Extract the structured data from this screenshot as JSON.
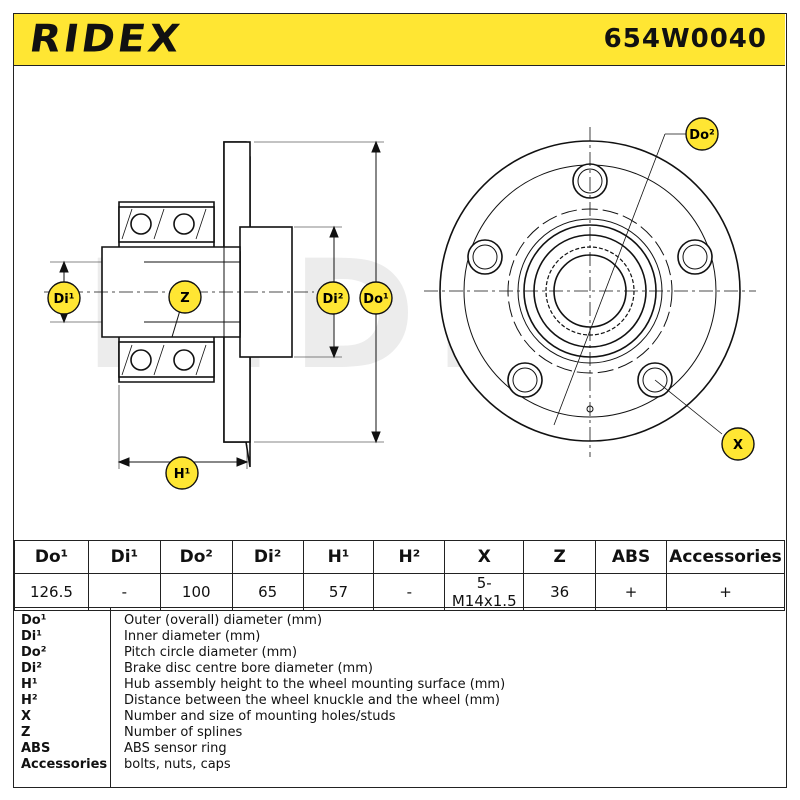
{
  "header": {
    "brand": "RIDEX",
    "part_number": "654W0040",
    "accent_color": "#ffe633"
  },
  "drawing": {
    "labels": {
      "di1": "Di¹",
      "z": "Z",
      "di2": "Di²",
      "do1": "Do¹",
      "h1": "H¹",
      "do2": "Do²",
      "x": "X"
    },
    "watermark": "RIDEX"
  },
  "spec_table": {
    "headers": [
      "Do¹",
      "Di¹",
      "Do²",
      "Di²",
      "H¹",
      "H²",
      "X",
      "Z",
      "ABS",
      "Accessories"
    ],
    "values": [
      "126.5",
      "-",
      "100",
      "65",
      "57",
      "-",
      "5-M14x1.5",
      "36",
      "+",
      "+"
    ]
  },
  "legend": [
    {
      "code": "Do¹",
      "desc": "Outer (overall) diameter (mm)"
    },
    {
      "code": "Di¹",
      "desc": "Inner diameter (mm)"
    },
    {
      "code": "Do²",
      "desc": "Pitch circle diameter (mm)"
    },
    {
      "code": "Di²",
      "desc": "Brake disc centre bore diameter (mm)"
    },
    {
      "code": "H¹",
      "desc": "Hub assembly height to the wheel mounting surface (mm)"
    },
    {
      "code": "H²",
      "desc": "Distance between the wheel knuckle and the wheel (mm)"
    },
    {
      "code": "X",
      "desc": "Number and size of mounting holes/studs"
    },
    {
      "code": "Z",
      "desc": "Number of splines"
    },
    {
      "code": "ABS",
      "desc": "ABS sensor ring"
    },
    {
      "code": "Accessories",
      "desc": "bolts, nuts, caps"
    }
  ]
}
